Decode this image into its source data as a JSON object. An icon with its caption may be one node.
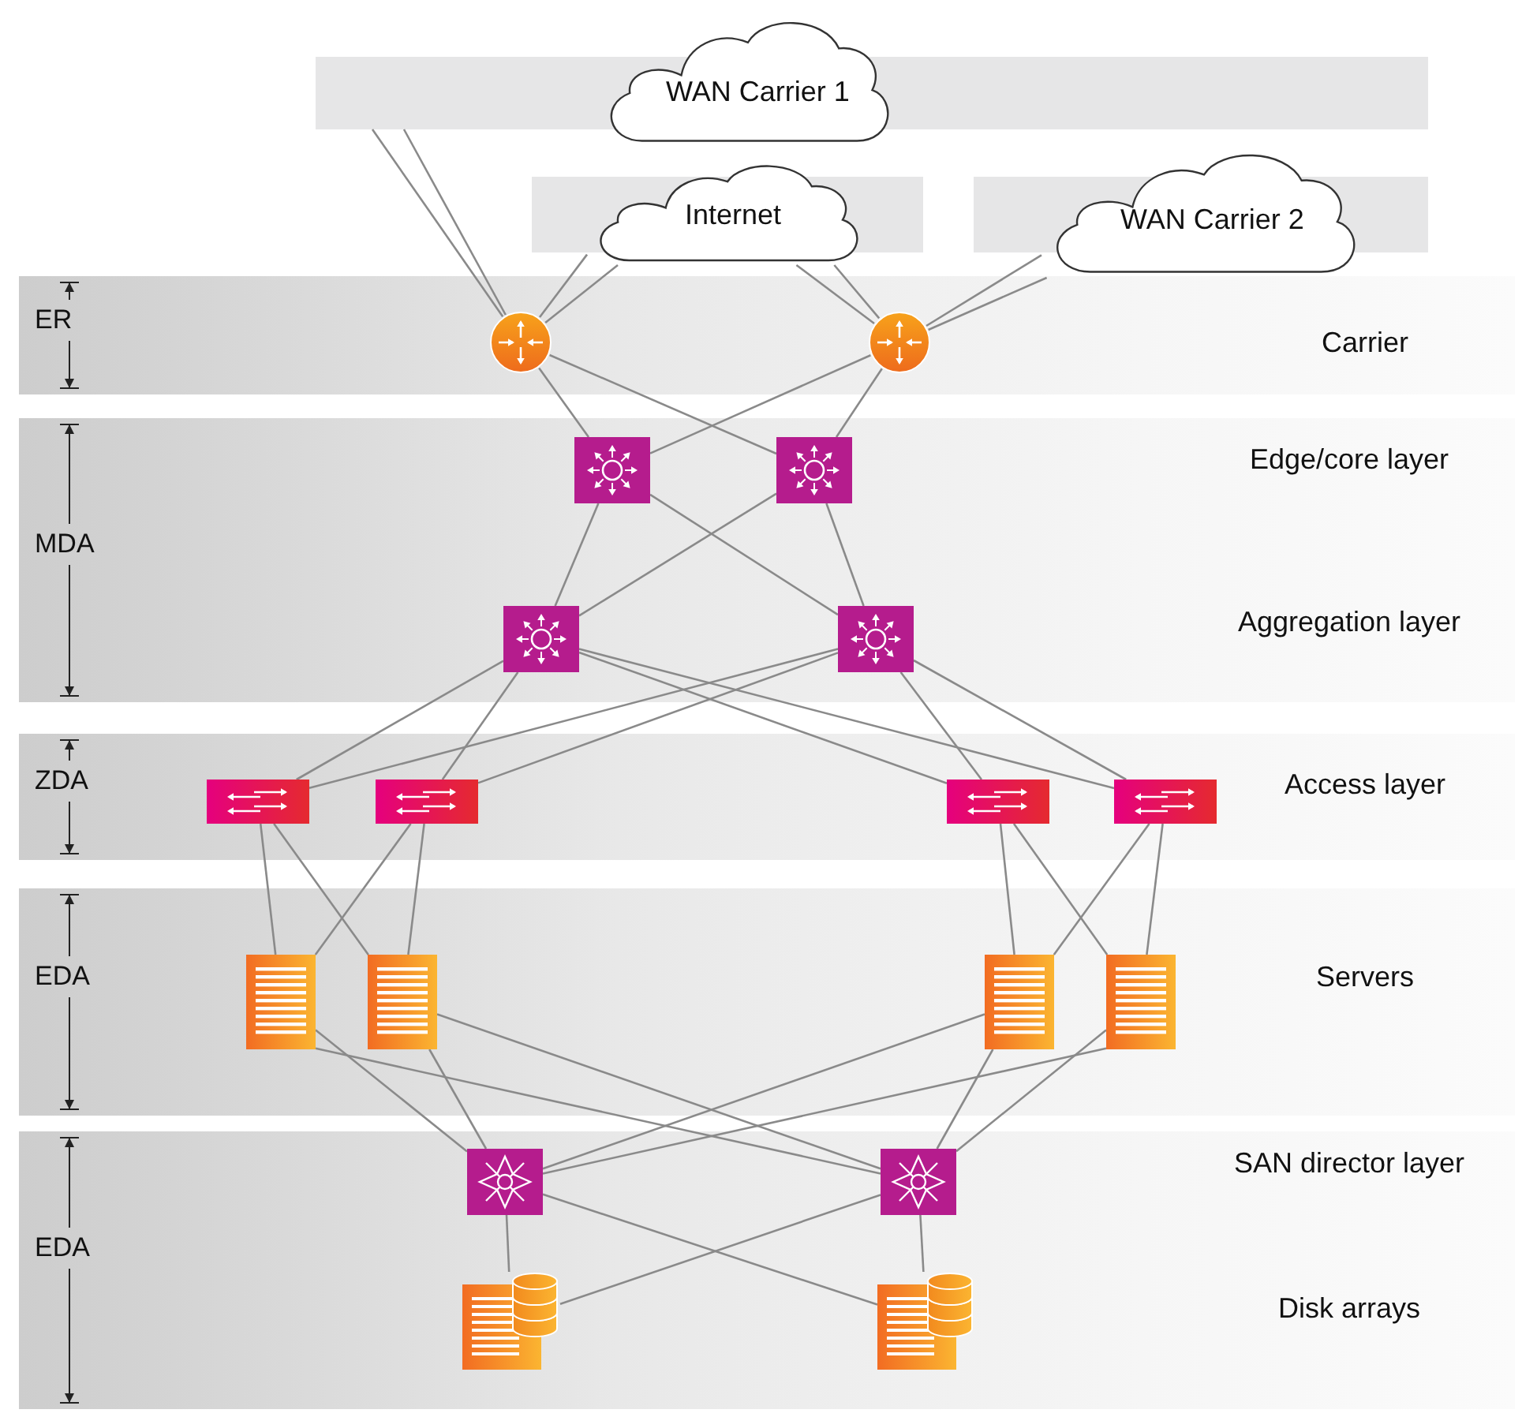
{
  "diagram": {
    "nodes": [
      {
        "text": [],
        "shape": "bar"
      },
      {
        "text": [
          "WAN Carrier 1"
        ]
      },
      {
        "text": [
          "Internet"
        ]
      },
      {
        "text": [
          "WAN Carrier 2"
        ]
      },
      {
        "text": [
          "ER",
          "Carrier"
        ]
      },
      {
        "text": [],
        "shape": "circle",
        "in": 4
      },
      {
        "text": [],
        "shape": "circle",
        "in": 4
      },
      {
        "text": [
          "MDA",
          "Edge/core layer",
          "Aggregation layer"
        ]
      },
      {
        "text": [],
        "shape": "box",
        "in": 7
      },
      {
        "text": [],
        "shape": "box",
        "in": 7
      },
      {
        "text": [],
        "shape": "box",
        "in": 7
      },
      {
        "text": [],
        "shape": "box",
        "in": 7
      },
      {
        "text": [
          "ZDA",
          "Access layer"
        ]
      },
      {
        "text": [],
        "shape": "box",
        "in": 12
      },
      {
        "text": [],
        "shape": "box",
        "in": 12
      },
      {
        "text": [],
        "shape": "box",
        "in": 12
      },
      {
        "text": [],
        "shape": "box",
        "in": 12
      },
      {
        "text": [
          "EDA",
          "Servers"
        ]
      },
      {
        "text": [],
        "shape": "picture",
        "in": 17
      },
      {
        "text": [],
        "shape": "picture",
        "in": 17
      },
      {
        "text": [],
        "shape": "picture",
        "in": 17
      },
      {
        "text": [],
        "shape": "picture",
        "in": 17
      },
      {
        "text": [
          "EDA",
          "SAN director layer",
          "Disk arrays"
        ]
      },
      {
        "text": [],
        "shape": "box",
        "in": 22
      },
      {
        "text": [],
        "shape": "box",
        "in": 22
      },
      {
        "text": [],
        "shape": "picture",
        "in": 22
      },
      {
        "text": [],
        "shape": "picture",
        "in": 22
      }
    ],
    "edges": [
      {
        "from": 0,
        "to": 5,
        "arrow": "none"
      },
      {
        "from": 0,
        "to": 5,
        "arrow": "none"
      },
      {
        "from": 2,
        "to": 5,
        "arrow": "none"
      },
      {
        "from": 2,
        "to": 5,
        "arrow": "none"
      },
      {
        "from": 2,
        "to": 6,
        "arrow": "none"
      },
      {
        "from": 2,
        "to": 6,
        "arrow": "none"
      },
      {
        "from": 3,
        "to": 6,
        "arrow": "none"
      },
      {
        "from": 3,
        "to": 6,
        "arrow": "none"
      },
      {
        "from": 5,
        "to": 8,
        "arrow": "none"
      },
      {
        "from": 5,
        "to": 9,
        "arrow": "none"
      },
      {
        "from": 6,
        "to": 8,
        "arrow": "none"
      },
      {
        "from": 6,
        "to": 9,
        "arrow": "none"
      },
      {
        "from": 8,
        "to": 10,
        "arrow": "none"
      },
      {
        "from": 8,
        "to": 11,
        "arrow": "none"
      },
      {
        "from": 9,
        "to": 10,
        "arrow": "none"
      },
      {
        "from": 9,
        "to": 11,
        "arrow": "none"
      },
      {
        "from": 10,
        "to": 13,
        "arrow": "none"
      },
      {
        "from": 10,
        "to": 14,
        "arrow": "none"
      },
      {
        "from": 10,
        "to": 15,
        "arrow": "none"
      },
      {
        "from": 10,
        "to": 16,
        "arrow": "none"
      },
      {
        "from": 11,
        "to": 13,
        "arrow": "none"
      },
      {
        "from": 11,
        "to": 14,
        "arrow": "none"
      },
      {
        "from": 11,
        "to": 15,
        "arrow": "none"
      },
      {
        "from": 11,
        "to": 16,
        "arrow": "none"
      },
      {
        "from": 13,
        "to": 18,
        "arrow": "none"
      },
      {
        "from": 13,
        "to": 19,
        "arrow": "none"
      },
      {
        "from": 14,
        "to": 18,
        "arrow": "none"
      },
      {
        "from": 14,
        "to": 19,
        "arrow": "none"
      },
      {
        "from": 15,
        "to": 20,
        "arrow": "none"
      },
      {
        "from": 15,
        "to": 21,
        "arrow": "none"
      },
      {
        "from": 16,
        "to": 20,
        "arrow": "none"
      },
      {
        "from": 16,
        "to": 21,
        "arrow": "none"
      },
      {
        "from": 18,
        "to": 23,
        "arrow": "none"
      },
      {
        "from": 18,
        "to": 24,
        "arrow": "none"
      },
      {
        "from": 19,
        "to": 23,
        "arrow": "none"
      },
      {
        "from": 19,
        "to": 24,
        "arrow": "none"
      },
      {
        "from": 20,
        "to": 23,
        "arrow": "none"
      },
      {
        "from": 20,
        "to": 24,
        "arrow": "none"
      },
      {
        "from": 21,
        "to": 23,
        "arrow": "none"
      },
      {
        "from": 21,
        "to": 24,
        "arrow": "none"
      },
      {
        "from": 23,
        "to": 25,
        "arrow": "none"
      },
      {
        "from": 23,
        "to": 26,
        "arrow": "none"
      },
      {
        "from": 24,
        "to": 25,
        "arrow": "none"
      },
      {
        "from": 24,
        "to": 26,
        "arrow": "none"
      }
    ]
  }
}
